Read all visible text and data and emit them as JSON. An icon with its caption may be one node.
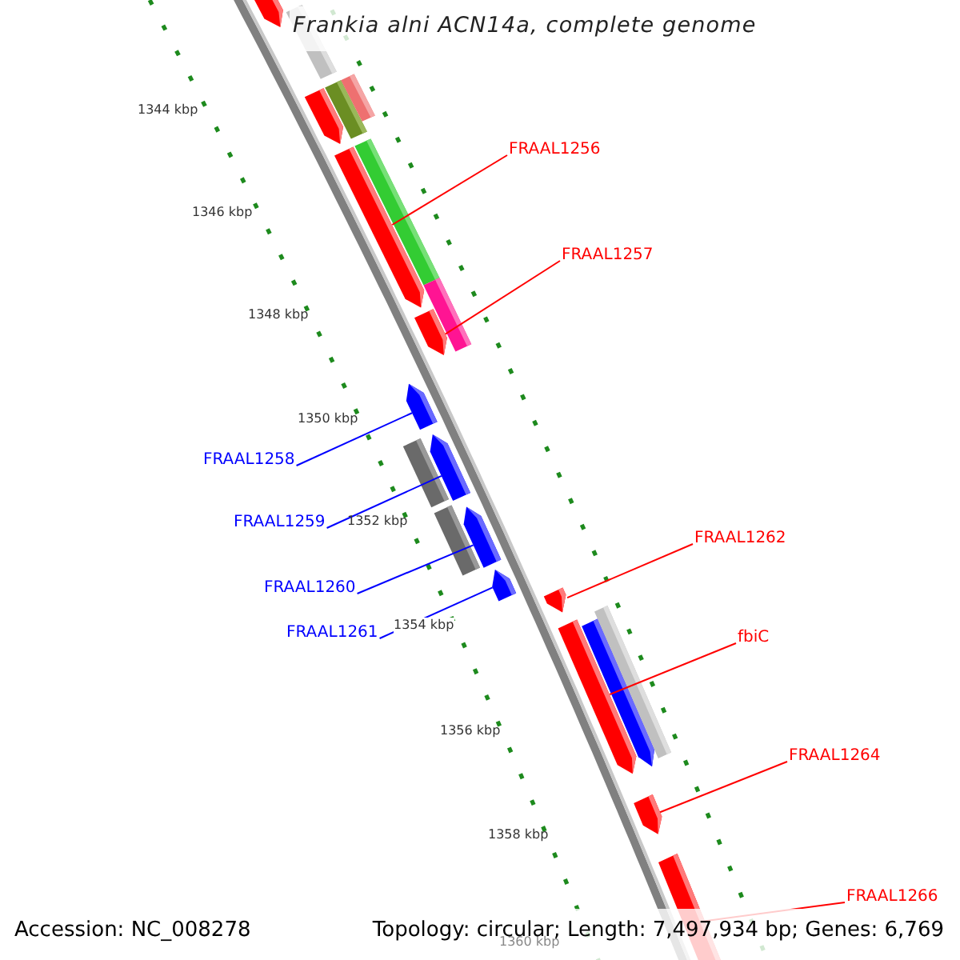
{
  "diagram": {
    "title": "Frankia alni ACN14a, complete genome",
    "nodes": [
      {
        "text": [
          "FRAAL1256"
        ]
      },
      {
        "text": [
          "FRAAL1257"
        ]
      },
      {
        "text": [
          "FRAAL1258"
        ]
      },
      {
        "text": [
          "FRAAL1259"
        ]
      },
      {
        "text": [
          "FRAAL1260"
        ]
      },
      {
        "text": [
          "FRAAL1261"
        ]
      },
      {
        "text": [
          "FRAAL1262"
        ]
      },
      {
        "text": [
          "fbiC"
        ]
      },
      {
        "text": [
          "FRAAL1264"
        ]
      },
      {
        "text": [
          "FRAAL1266"
        ]
      },
      {
        "text": [],
        "shape": "arrow"
      },
      {
        "text": [],
        "shape": "arrow"
      },
      {
        "text": [],
        "shape": "arrow"
      },
      {
        "text": [],
        "shape": "arrow"
      },
      {
        "text": [],
        "shape": "arrow"
      },
      {
        "text": [],
        "shape": "arrow"
      },
      {
        "text": [],
        "shape": "arrow"
      },
      {
        "text": [],
        "shape": "arrow"
      },
      {
        "text": [],
        "shape": "arrow"
      },
      {
        "text": [],
        "shape": "arrow"
      },
      {
        "text": [],
        "shape": "arrow"
      },
      {
        "text": [],
        "shape": "bar"
      },
      {
        "text": [],
        "shape": "arrow"
      },
      {
        "text": [],
        "shape": "bar"
      },
      {
        "text": [],
        "shape": "bar"
      },
      {
        "text": [],
        "shape": "bar"
      },
      {
        "text": [],
        "shape": "bar"
      },
      {
        "text": [],
        "shape": "bar"
      },
      {
        "text": [],
        "shape": "bar"
      },
      {
        "text": [],
        "shape": "arrow"
      },
      {
        "text": [],
        "shape": "bar"
      }
    ],
    "edges": [
      {
        "from": 0,
        "to": 10,
        "arrow": "none"
      },
      {
        "from": 1,
        "to": 11,
        "arrow": "none"
      },
      {
        "from": 2,
        "to": 12,
        "arrow": "none",
        "color": "#0000ff"
      },
      {
        "from": 3,
        "to": 13,
        "arrow": "none",
        "color": "#0000ff"
      },
      {
        "from": 4,
        "to": 14,
        "arrow": "none",
        "color": "#0000ff"
      },
      {
        "from": 5,
        "to": 15,
        "arrow": "none",
        "color": "#0000ff"
      },
      {
        "from": 6,
        "to": 16,
        "arrow": "none"
      },
      {
        "from": 7,
        "to": 17,
        "arrow": "none"
      },
      {
        "from": 8,
        "to": 18,
        "arrow": "none"
      },
      {
        "from": 9,
        "to": 19,
        "arrow": "none"
      }
    ],
    "labels": [
      "1344 kbp",
      "1346 kbp",
      "1348 kbp",
      "1350 kbp",
      "1352 kbp",
      "1354 kbp",
      "1356 kbp",
      "1358 kbp",
      "1360 kbp",
      "Accession: NC_008278",
      "Topology: circular; Length: 7,497,934 bp; Genes: 6,769"
    ]
  }
}
